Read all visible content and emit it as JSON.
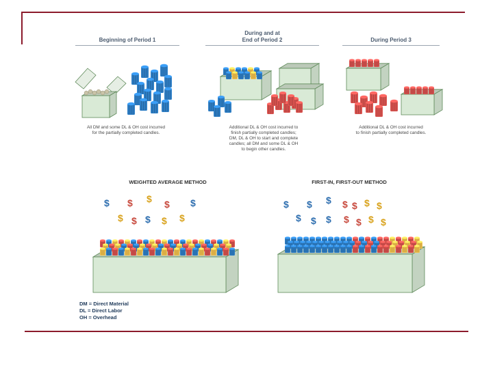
{
  "periods": {
    "p1": {
      "title": "Beginning of Period 1",
      "caption": [
        "All DM and some DL & OH cost incurred",
        "for the partially completed candles."
      ]
    },
    "p2": {
      "title_line1": "During and at",
      "title_line2": "End of Period 2",
      "caption": [
        "Additional DL & OH cost incurred to",
        "finish partially completed candles;",
        "DM, DL & OH to start and complete",
        "candles; all DM and some DL & OH",
        "to begin other candles."
      ]
    },
    "p3": {
      "title": "During Period 3",
      "caption": [
        "Additional DL & OH cost incurred",
        "to finish partially completed candles."
      ]
    }
  },
  "methods": {
    "weighted": {
      "title": "WEIGHTED AVERAGE METHOD"
    },
    "fifo": {
      "title": "FIRST-IN, FIRST-OUT METHOD"
    }
  },
  "legend": [
    "DM = Direct Material",
    "DL = Direct Labor",
    "OH = Overhead"
  ],
  "symbols": {
    "dollar": "$"
  },
  "colors": {
    "frame": "#8b1a2b",
    "box": "#d9ead6",
    "box_edge": "#5f8a5a",
    "candle_blue": "#2f7fc6",
    "candle_red": "#d9534f",
    "candle_yellow": "#f2c14e",
    "dollar_blue": "#2f6fb0",
    "dollar_red": "#c84a3e",
    "dollar_gold": "#d9a31e"
  }
}
